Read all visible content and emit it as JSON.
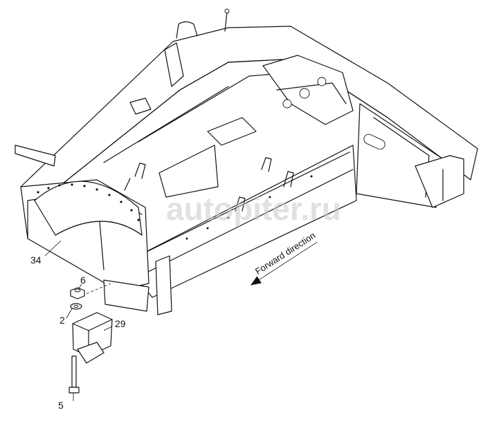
{
  "watermark": "autopiter.ru",
  "direction_label": "Forward direction",
  "callouts": {
    "c34": "34",
    "c6": "6",
    "c2": "2",
    "c29": "29",
    "c5": "5"
  }
}
